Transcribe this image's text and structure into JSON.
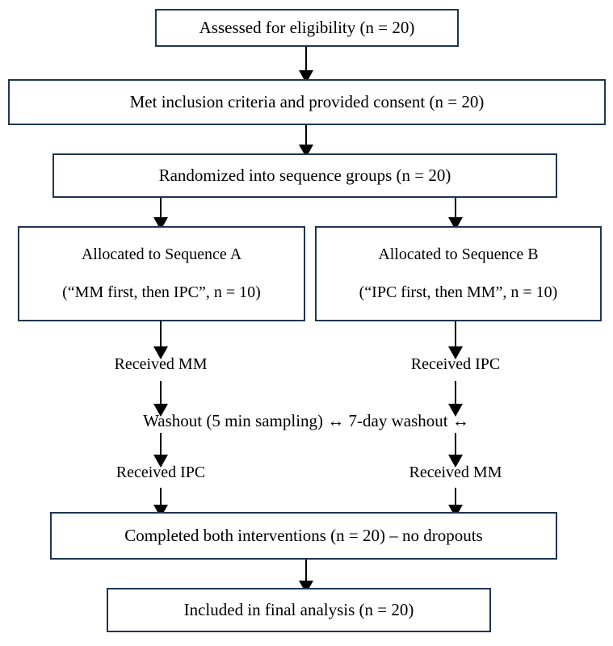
{
  "diagram": {
    "title": "CONSORT-style participant flow diagram",
    "type": "flowchart",
    "border_color": "#1f3553",
    "background_color": "#ffffff",
    "text_color": "#000000",
    "nodes": {
      "assessed": {
        "text": "Assessed for eligibility (n = 20)"
      },
      "consent": {
        "text": "Met inclusion criteria and provided consent (n = 20)"
      },
      "randomized": {
        "text": "Randomized into sequence groups (n = 20)"
      },
      "sequence_a": {
        "line1": "Allocated to Sequence A",
        "line2": "(“MM first, then IPC”, n = 10)"
      },
      "sequence_b": {
        "line1": "Allocated to Sequence B",
        "line2": "(“IPC first, then MM”, n = 10)"
      },
      "a_period1": {
        "text": "Received MM"
      },
      "b_period1": {
        "text": "Received IPC"
      },
      "washout": {
        "text": "Washout (5 min sampling) ↔ 7-day washout ↔"
      },
      "a_period2": {
        "text": "Received IPC"
      },
      "b_period2": {
        "text": "Received MM"
      },
      "completed": {
        "text": "Completed both interventions (n = 20) – no dropouts"
      },
      "analysis": {
        "text": "Included in final analysis (n = 20)"
      }
    }
  }
}
